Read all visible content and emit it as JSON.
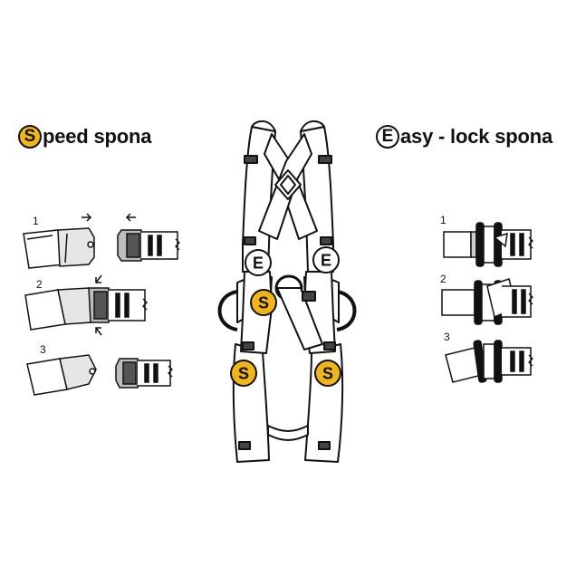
{
  "legend": {
    "speed": {
      "letter": "S",
      "text": "peed spona",
      "color": "#f2b519"
    },
    "easy": {
      "letter": "E",
      "text": "asy - lock spona",
      "color": "#ffffff"
    }
  },
  "speed_steps": [
    "1",
    "2",
    "3"
  ],
  "easy_steps": [
    "1",
    "2",
    "3"
  ],
  "markers": {
    "speed_letter": "S",
    "easy_letter": "E"
  }
}
